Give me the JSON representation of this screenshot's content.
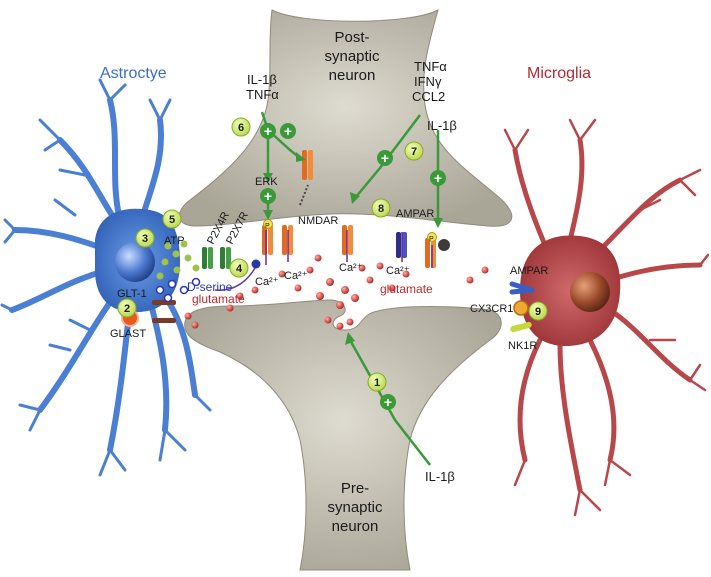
{
  "cells": {
    "astrocyte": "Astroctye",
    "microglia": "Microglia",
    "post_line1": "Post-",
    "post_line2": "synaptic",
    "post_line3": "neuron",
    "pre_line1": "Pre-",
    "pre_line2": "synaptic",
    "pre_line3": "neuron"
  },
  "labels": {
    "il1b_tnfa_1": "IL-1β",
    "il1b_tnfa_2": "TNFα",
    "tnfa": "TNFα",
    "ifng": "IFNγ",
    "ccl2": "CCL2",
    "il1b_right": "IL-1β",
    "il1b_bottom": "IL-1β",
    "erk": "ERK",
    "nmdar": "NMDAR",
    "ampar_top": "AMPAR",
    "p2x4r": "P2X4R",
    "p2x7r": "P2X7R",
    "atp": "ATP",
    "dserine": "D-serine",
    "glutamate_left": "glutamate",
    "glutamate_right": "glutamate",
    "glt1": "GLT-1",
    "glast": "GLAST",
    "ca_1": "Ca²⁺",
    "ca_2": "Ca²⁺",
    "ca_3": "Ca²⁺",
    "ca_4": "Ca²⁺",
    "ampar_micro": "AMPAR",
    "cx3cr1": "CX3CR1",
    "nk1r": "NK1R",
    "p": "P"
  },
  "badges": [
    "1",
    "2",
    "3",
    "4",
    "5",
    "6",
    "7",
    "8",
    "9"
  ],
  "plus": "+",
  "colors": {
    "astrocyte": "#4a7fd4",
    "microglia": "#b8474a",
    "neuron": "#c9c5b8",
    "arrow": "#3a9a3a",
    "badge": "#d8ee7a"
  }
}
